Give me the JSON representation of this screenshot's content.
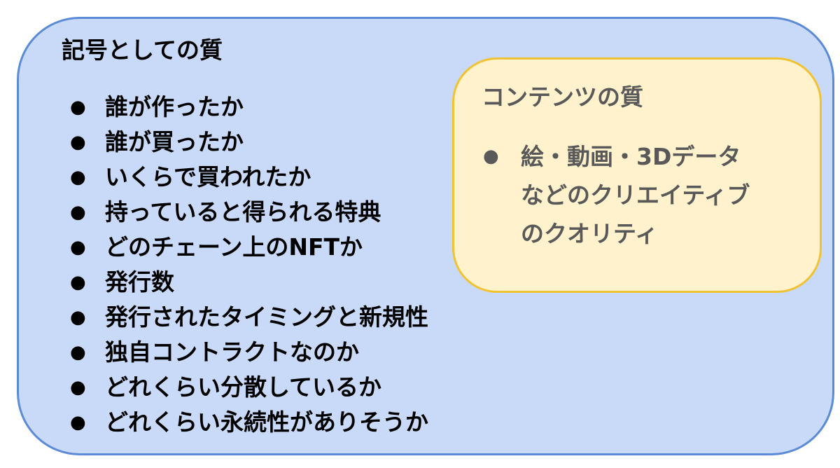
{
  "outer": {
    "title": "記号としての質",
    "bullet": "●",
    "items": [
      "誰が作ったか",
      "誰が買ったか",
      "いくらで買われたか",
      "持っていると得られる特典",
      "どのチェーン上のNFTか",
      "発行数",
      "発行されたタイミングと新規性",
      "独自コントラクトなのか",
      "どれくらい分散しているか",
      "どれくらい永続性がありそうか"
    ]
  },
  "inner": {
    "title": "コンテンツの質",
    "bullet": "●",
    "item_lines": [
      "絵・動画・3Dデータ",
      "などのクリエイティブ",
      "のクオリティ"
    ]
  },
  "colors": {
    "outer_fill": "#c9daf8",
    "outer_border": "#5b8bd6",
    "inner_fill": "#fff2cc",
    "inner_border": "#f1c232",
    "inner_text": "#595959"
  }
}
